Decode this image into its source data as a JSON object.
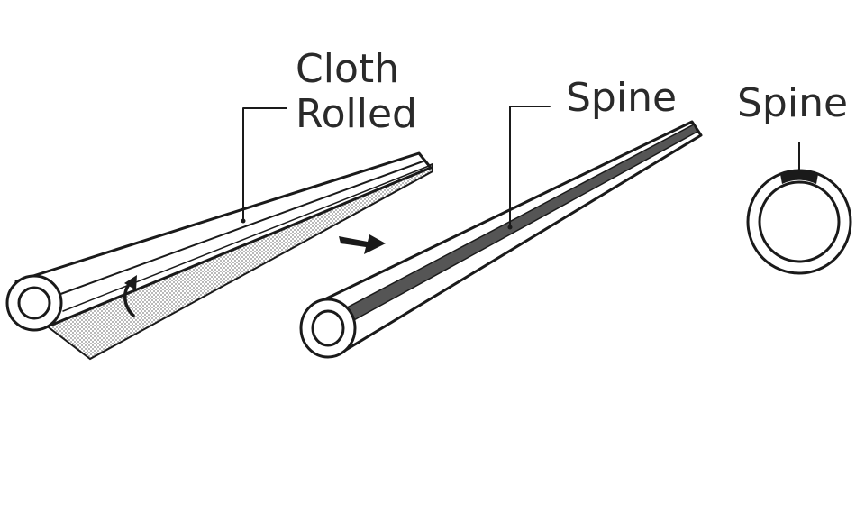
{
  "labels": {
    "cloth_line1": "Cloth",
    "cloth_line2": "Rolled",
    "spine_long": "Spine",
    "spine_cross": "Spine"
  },
  "colors": {
    "ink": "#1a1a1a",
    "text": "#2a2a2a",
    "spine_stripe": "#555555",
    "background": "#ffffff"
  },
  "icons": {
    "roll_direction": "curved-arrow-icon",
    "transition": "right-arrow-icon"
  }
}
